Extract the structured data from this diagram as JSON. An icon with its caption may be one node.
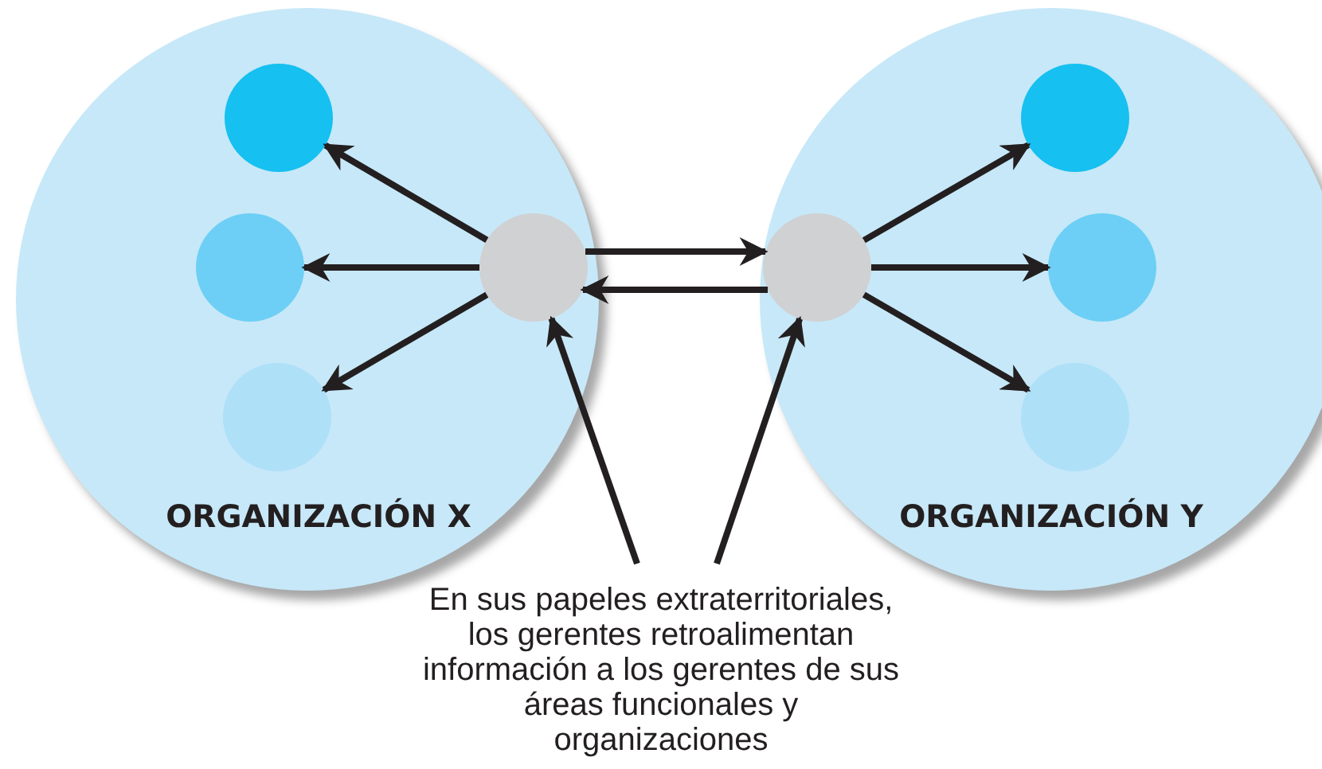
{
  "diagram": {
    "nodes": [
      {
        "text": [
          "ORGANIZACIÓN X"
        ]
      },
      {
        "text": [],
        "shape": "circle",
        "in": 0
      },
      {
        "text": [],
        "shape": "circle",
        "in": 0
      },
      {
        "text": [],
        "shape": "circle",
        "in": 0
      },
      {
        "text": [],
        "shape": "circle",
        "in": 0
      },
      {
        "text": [
          "ORGANIZACIÓN Y"
        ]
      },
      {
        "text": [],
        "shape": "circle",
        "in": 5
      },
      {
        "text": [],
        "shape": "circle",
        "in": 5
      },
      {
        "text": [],
        "shape": "circle",
        "in": 5
      },
      {
        "text": [],
        "shape": "circle",
        "in": 5
      },
      {
        "text": [
          "En sus papeles extraterritoriales, los gerentes retroalimentan información a los gerentes de sus áreas funcionales y organizaciones"
        ]
      }
    ],
    "edges": [
      {
        "from": 4,
        "to": 1,
        "arrow": "to"
      },
      {
        "from": 4,
        "to": 2,
        "arrow": "to"
      },
      {
        "from": 4,
        "to": 3,
        "arrow": "to"
      },
      {
        "from": 4,
        "to": 6,
        "arrow": "to"
      },
      {
        "from": 6,
        "to": 4,
        "arrow": "to"
      },
      {
        "from": 6,
        "to": 7,
        "arrow": "to"
      },
      {
        "from": 6,
        "to": 8,
        "arrow": "to"
      },
      {
        "from": 6,
        "to": 9,
        "arrow": "to"
      },
      {
        "from": 10,
        "to": 4,
        "arrow": "to"
      },
      {
        "from": 10,
        "to": 6,
        "arrow": "to"
      }
    ]
  }
}
